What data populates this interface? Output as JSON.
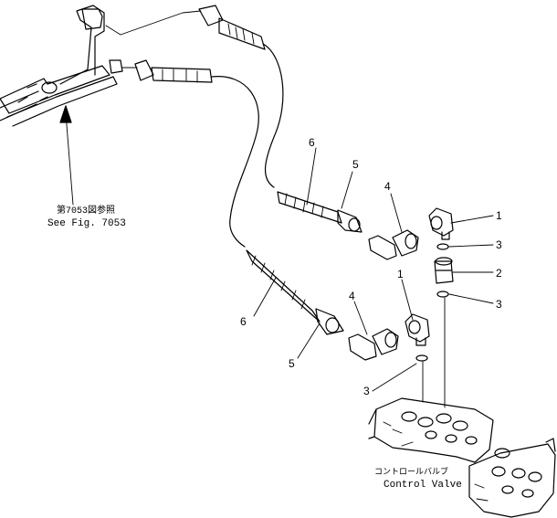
{
  "callouts": {
    "c1a": "1",
    "c1b": "1",
    "c2": "2",
    "c3a": "3",
    "c3b": "3",
    "c3c": "3",
    "c4a": "4",
    "c4b": "4",
    "c5a": "5",
    "c5b": "5",
    "c6a": "6",
    "c6b": "6"
  },
  "reference": {
    "jp": "第7053図参照",
    "en": "See Fig. 7053"
  },
  "valve": {
    "jp": "コントロールバルブ",
    "en": "Control Valve"
  }
}
